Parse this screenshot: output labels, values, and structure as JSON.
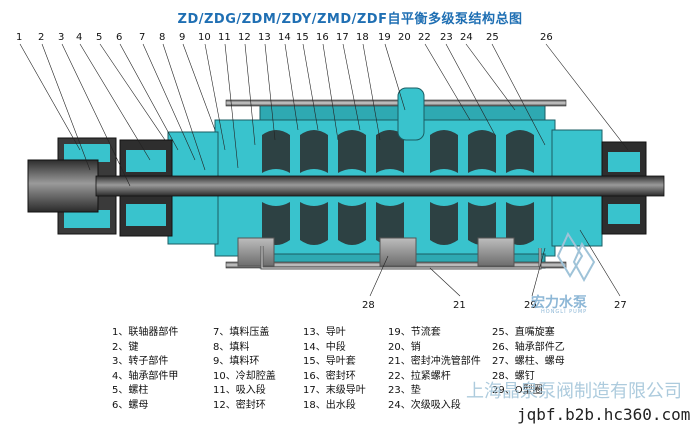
{
  "title": "ZD/ZDG/ZDM/ZDY/ZMD/ZDF自平衡多级泵结构总图",
  "top_callouts": [
    "1",
    "2",
    "3",
    "4",
    "5",
    "6",
    "7",
    "8",
    "9",
    "10",
    "11",
    "12",
    "13",
    "14",
    "15",
    "16",
    "17",
    "18",
    "19",
    "20",
    "22",
    "23",
    "24",
    "25",
    "26"
  ],
  "bottom_callouts": [
    "28",
    "21",
    "29",
    "27"
  ],
  "legend": {
    "col1": [
      "1、联轴器部件",
      "2、键",
      "3、转子部件",
      "4、轴承部件甲",
      "5、螺柱",
      "6、螺母"
    ],
    "col2": [
      "7、填料压盖",
      "8、填料",
      "9、填料环",
      "10、冷却腔盖",
      "11、吸入段",
      "12、密封环"
    ],
    "col3": [
      "13、导叶",
      "14、中段",
      "15、导叶套",
      "16、密封环",
      "17、末级导叶",
      "18、出水段"
    ],
    "col4": [
      "19、节流套",
      "20、销",
      "21、密封冲洗管部件",
      "22、拉紧螺杆",
      "23、垫",
      "24、次级吸入段"
    ],
    "col5": [
      "25、直嘴旋塞",
      "26、轴承部件乙",
      "27、螺柱、螺母",
      "28、螺钉",
      "29、O型圈"
    ]
  },
  "brand": {
    "name": "宏力水泵",
    "sub": "HONGLI PUMP"
  },
  "watermark": {
    "company": "上海晶泉泵阀制造有限公司",
    "url": "jqbf.b2b.hc360.com"
  },
  "colors": {
    "casing": "#38c6cf",
    "shaft": "#5b5b5b",
    "title": "#1f6fb3",
    "watermark": "#9fc3d8"
  }
}
